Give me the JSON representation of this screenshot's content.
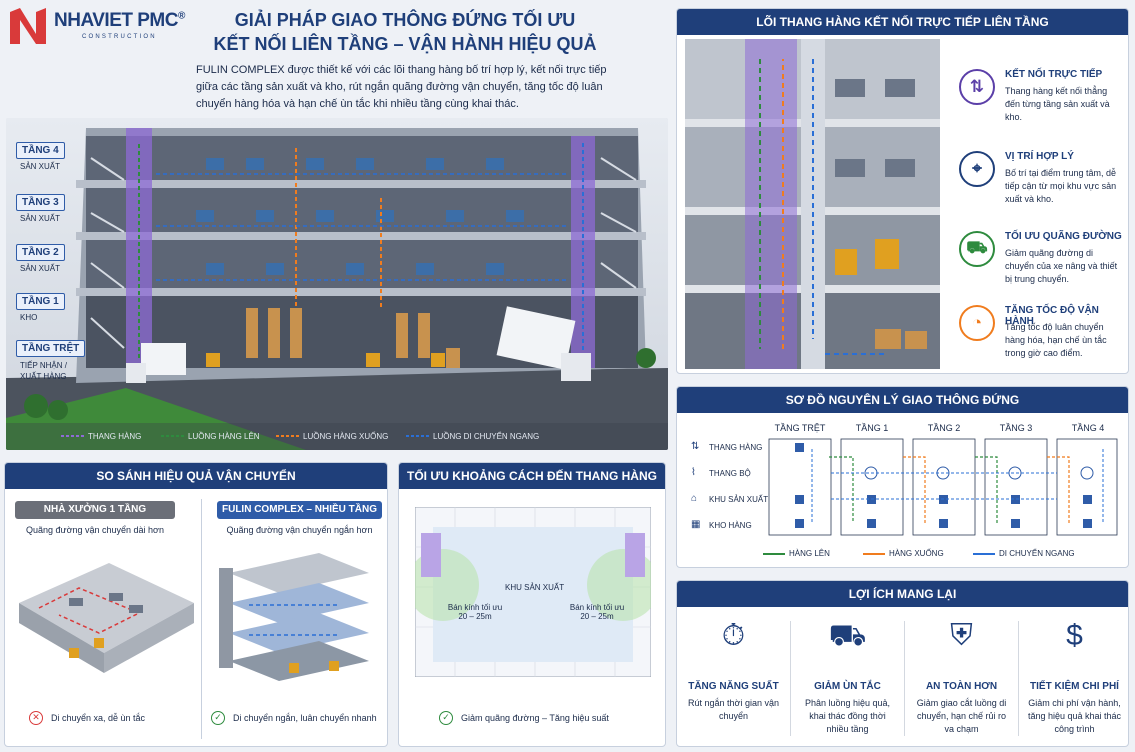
{
  "brand": {
    "name": "NHAVIET PMC",
    "reg": "®",
    "sub": "CONSTRUCTION"
  },
  "header": {
    "title_line1": "GIẢI PHÁP GIAO THÔNG ĐỨNG TỐI ƯU",
    "title_line2": "KẾT NỐI LIÊN TẦNG – VẬN HÀNH HIỆU QUẢ",
    "intro": "FULIN COMPLEX được thiết kế với các lõi thang hàng bố trí hợp lý, kết nối trực tiếp giữa các tầng sản xuất và kho, rút ngắn quãng đường vận chuyển, tăng tốc độ luân chuyển hàng hóa và hạn chế ùn tắc khi nhiều tầng cùng khai thác."
  },
  "floors": [
    {
      "name": "TẦNG 4",
      "use": "SẢN XUẤT"
    },
    {
      "name": "TẦNG 3",
      "use": "SẢN XUẤT"
    },
    {
      "name": "TẦNG 2",
      "use": "SẢN XUẤT"
    },
    {
      "name": "TẦNG 1",
      "use": "KHO"
    },
    {
      "name": "TẦNG TRỆT",
      "use": "TIẾP NHẬN / XUẤT HÀNG"
    }
  ],
  "hero_legend": [
    "THANG HÀNG",
    "LUỒNG HÀNG LÊN",
    "LUỒNG HÀNG XUỐNG",
    "LUỒNG DI CHUYỂN NGANG"
  ],
  "colors": {
    "navy": "#1f3f7a",
    "purple": "#8e6bd6",
    "green": "#2e8b3e",
    "orange": "#f07c1e",
    "blue": "#2a6fd6",
    "red": "#d93a3a"
  },
  "core": {
    "title": "LÕI THANG HÀNG KẾT NỐI TRỰC TIẾP LIÊN TẦNG",
    "features": [
      {
        "icon": "elevator-icon",
        "title": "KẾT NỐI TRỰC TIẾP",
        "desc": "Thang hàng kết nối thẳng đến từng tầng sản xuất và kho."
      },
      {
        "icon": "location-pin-icon",
        "title": "VỊ TRÍ HỢP LÝ",
        "desc": "Bố trí tại điểm trung tâm, dễ tiếp cận từ mọi khu vực sản xuất và kho."
      },
      {
        "icon": "forklift-icon",
        "title": "TỐI ƯU QUÃNG ĐƯỜNG",
        "desc": "Giảm quãng đường di chuyển của xe nâng và thiết bị trung chuyển."
      },
      {
        "icon": "speedometer-icon",
        "title": "TĂNG TỐC ĐỘ VẬN HÀNH",
        "desc": "Tăng tốc độ luân chuyển hàng hóa, hạn chế ùn tắc trong giờ cao điểm."
      }
    ]
  },
  "compare": {
    "title": "SO SÁNH HIỆU QUẢ VẬN CHUYỂN",
    "left": {
      "label": "NHÀ XƯỞNG 1 TẦNG",
      "sub": "Quãng đường vận chuyển dài hơn",
      "note": "Di chuyển xa, dễ ùn tắc"
    },
    "right": {
      "label": "FULIN COMPLEX – NHIỀU TẦNG",
      "sub": "Quãng đường vận chuyển ngắn hơn",
      "note": "Di chuyển ngắn, luân chuyển nhanh"
    }
  },
  "distance": {
    "title": "TỐI ƯU KHOẢNG CÁCH ĐẾN THANG HÀNG",
    "zone": "KHU SẢN XUẤT",
    "radius_label": "Bán kính tối ưu",
    "radius_value": "20 – 25m",
    "note": "Giảm quãng đường – Tăng hiệu suất"
  },
  "diagram": {
    "title": "SƠ ĐỒ NGUYÊN LÝ GIAO THÔNG ĐỨNG",
    "row_labels": [
      "THANG HÀNG",
      "THANG BỘ",
      "KHU SẢN XUẤT",
      "KHO HÀNG"
    ],
    "col_labels": [
      "TẦNG TRỆT",
      "TẦNG 1",
      "TẦNG 2",
      "TẦNG 3",
      "TẦNG 4"
    ],
    "legend": [
      "HÀNG LÊN",
      "HÀNG XUỐNG",
      "DI CHUYỂN NGANG"
    ]
  },
  "benefits": {
    "title": "LỢI ÍCH MANG LẠI",
    "items": [
      {
        "icon": "stopwatch-icon",
        "title": "TĂNG NĂNG SUẤT",
        "desc": "Rút ngắn thời gian vận chuyển"
      },
      {
        "icon": "forklift-icon",
        "title": "GIẢM ÙN TẮC",
        "desc": "Phân luồng hiệu quả, khai thác đồng thời nhiều tầng"
      },
      {
        "icon": "shield-check-icon",
        "title": "AN TOÀN HƠN",
        "desc": "Giảm giao cắt luồng di chuyển, hạn chế rủi ro va chạm"
      },
      {
        "icon": "money-bag-icon",
        "title": "TIẾT KIỆM CHI PHÍ",
        "desc": "Giảm chi phí vận hành, tăng hiệu quả khai thác công trình"
      }
    ]
  }
}
